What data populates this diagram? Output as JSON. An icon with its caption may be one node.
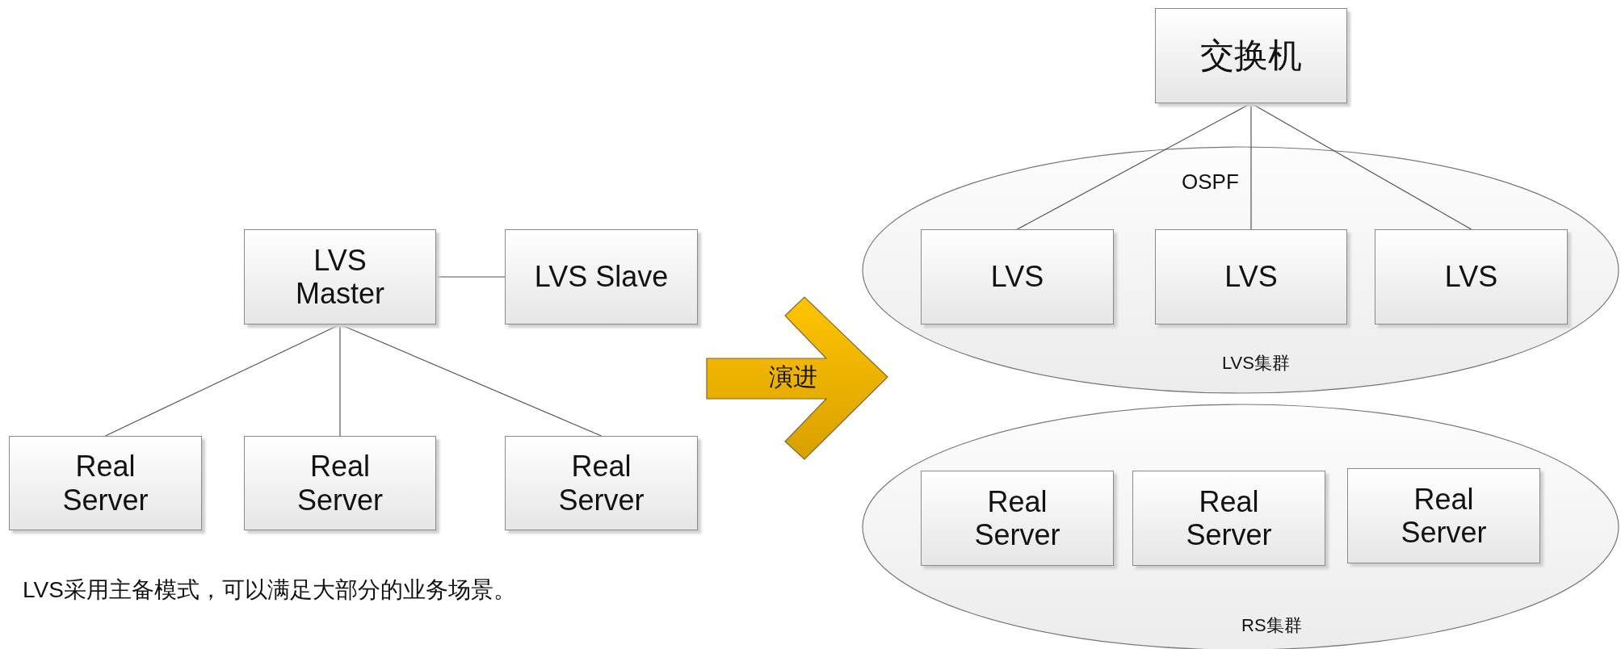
{
  "diagram": {
    "nodes": [
      {
        "text": [
          "LVS Master"
        ]
      },
      {
        "text": [
          "LVS Slave"
        ]
      },
      {
        "text": [
          "Real Server"
        ]
      },
      {
        "text": [
          "Real Server"
        ]
      },
      {
        "text": [
          "Real Server"
        ]
      },
      {
        "text": [
          "演进"
        ]
      },
      {
        "text": [
          "交换机"
        ]
      },
      {
        "text": [
          "LVS集群"
        ]
      },
      {
        "text": [
          "LVS"
        ],
        "in": 7
      },
      {
        "text": [
          "LVS"
        ],
        "in": 7
      },
      {
        "text": [
          "LVS"
        ],
        "in": 7
      },
      {
        "text": [
          "RS集群"
        ]
      },
      {
        "text": [
          "Real Server"
        ],
        "in": 11
      },
      {
        "text": [
          "Real Server"
        ],
        "in": 11
      },
      {
        "text": [
          "Real Server"
        ],
        "in": 11
      }
    ],
    "edges": [
      {
        "from": 0,
        "to": 1,
        "arrow": "none"
      },
      {
        "from": 0,
        "to": 2,
        "arrow": "none"
      },
      {
        "from": 0,
        "to": 3,
        "arrow": "none"
      },
      {
        "from": 0,
        "to": 4,
        "arrow": "none"
      },
      {
        "from": 6,
        "to": 8,
        "arrow": "none"
      },
      {
        "from": 6,
        "to": 9,
        "arrow": "none"
      },
      {
        "from": 6,
        "to": 10,
        "arrow": "none"
      }
    ],
    "labels": [
      "OSPF",
      "LVS采用主备模式，可以满足大部分的业务场景。"
    ]
  }
}
